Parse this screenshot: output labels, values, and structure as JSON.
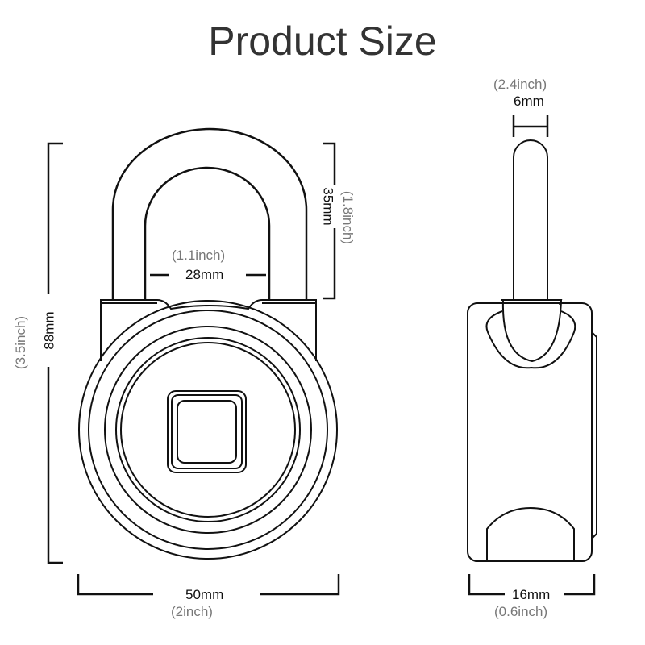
{
  "title": "Product Size",
  "dimensions": {
    "shackle_width": {
      "mm": "6mm",
      "inch": "(2.4inch)"
    },
    "shackle_height": {
      "mm": "35mm",
      "inch": "(1.8inch)"
    },
    "shackle_inner_width": {
      "mm": "28mm",
      "inch": "(1.1inch)"
    },
    "total_height": {
      "mm": "88mm",
      "inch": "(3.5inch)"
    },
    "body_width": {
      "mm": "50mm",
      "inch": "(2inch)"
    },
    "body_depth": {
      "mm": "16mm",
      "inch": "(0.6inch)"
    }
  },
  "colors": {
    "line": "#111111",
    "mm_text": "#111111",
    "inch_text": "#777777",
    "title": "#333333"
  }
}
